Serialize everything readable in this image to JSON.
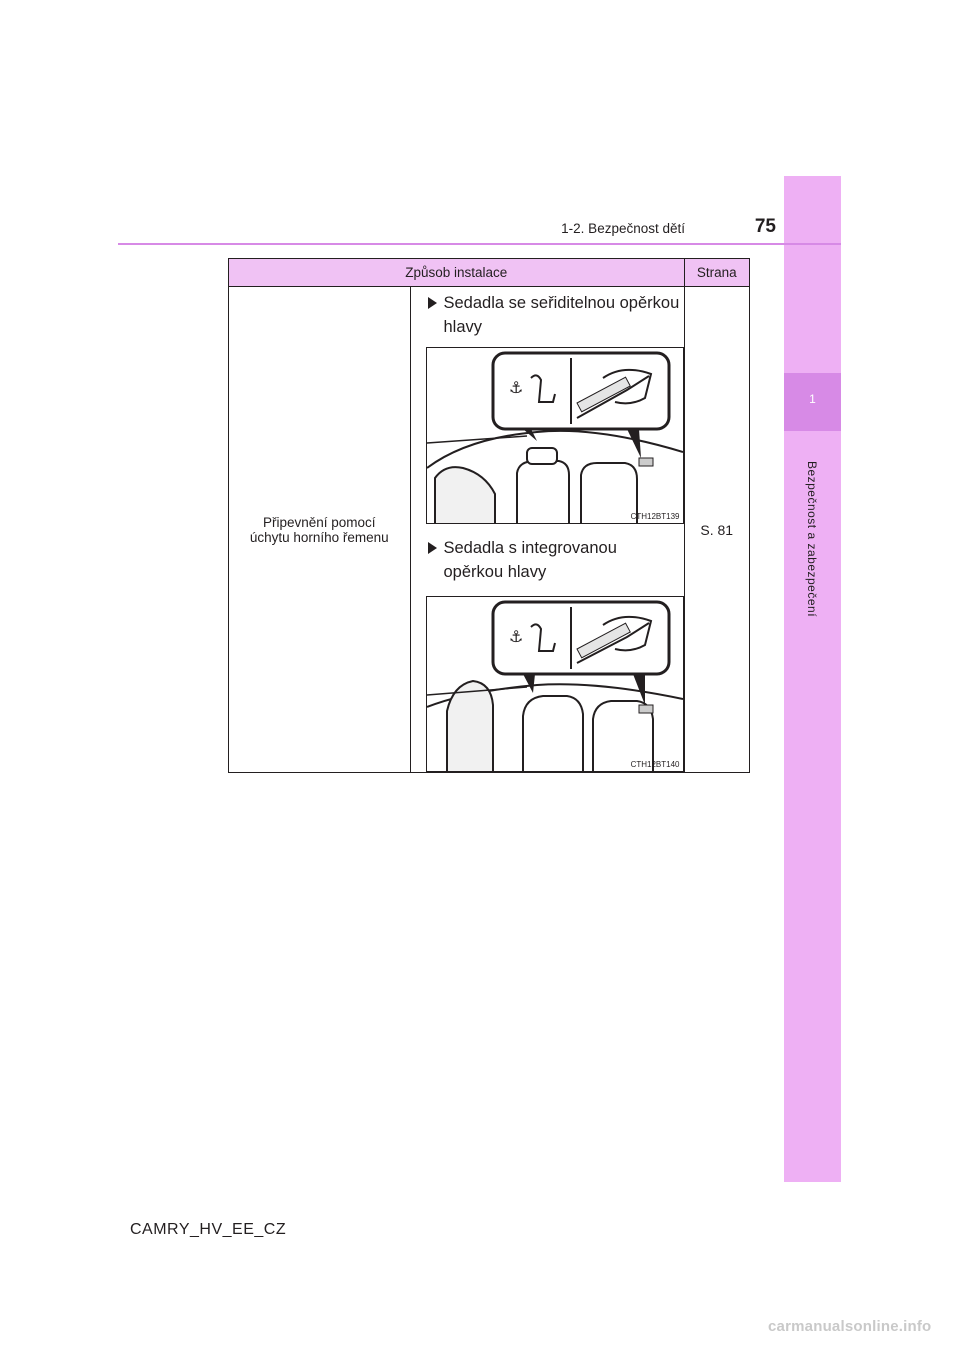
{
  "header": {
    "section_title": "1-2. Bezpečnost dětí",
    "page_number": "75"
  },
  "side_tab": {
    "chapter_number": "1",
    "chapter_title": "Bezpečnost a zabezpečení"
  },
  "table": {
    "columns": [
      "Způsob instalace",
      "Strana"
    ],
    "row": {
      "method": "Připevnění pomocí úchytu horního řemenu",
      "page_ref": "S. 81",
      "items": [
        {
          "label": "Sedadla se seřiditelnou opěrkou hlavy",
          "figure_code": "CTH12BT139"
        },
        {
          "label": "Sedadla s integrovanou opěrkou hlavy",
          "figure_code": "CTH12BT140"
        }
      ]
    }
  },
  "footer": {
    "model_code": "CAMRY_HV_EE_CZ"
  },
  "watermark": "carmanualsonline.info",
  "colors": {
    "tab_pink": "#eeb0f4",
    "tab_active": "#d78ae6",
    "header_fill": "#f0c2f4",
    "text": "#231f20"
  }
}
